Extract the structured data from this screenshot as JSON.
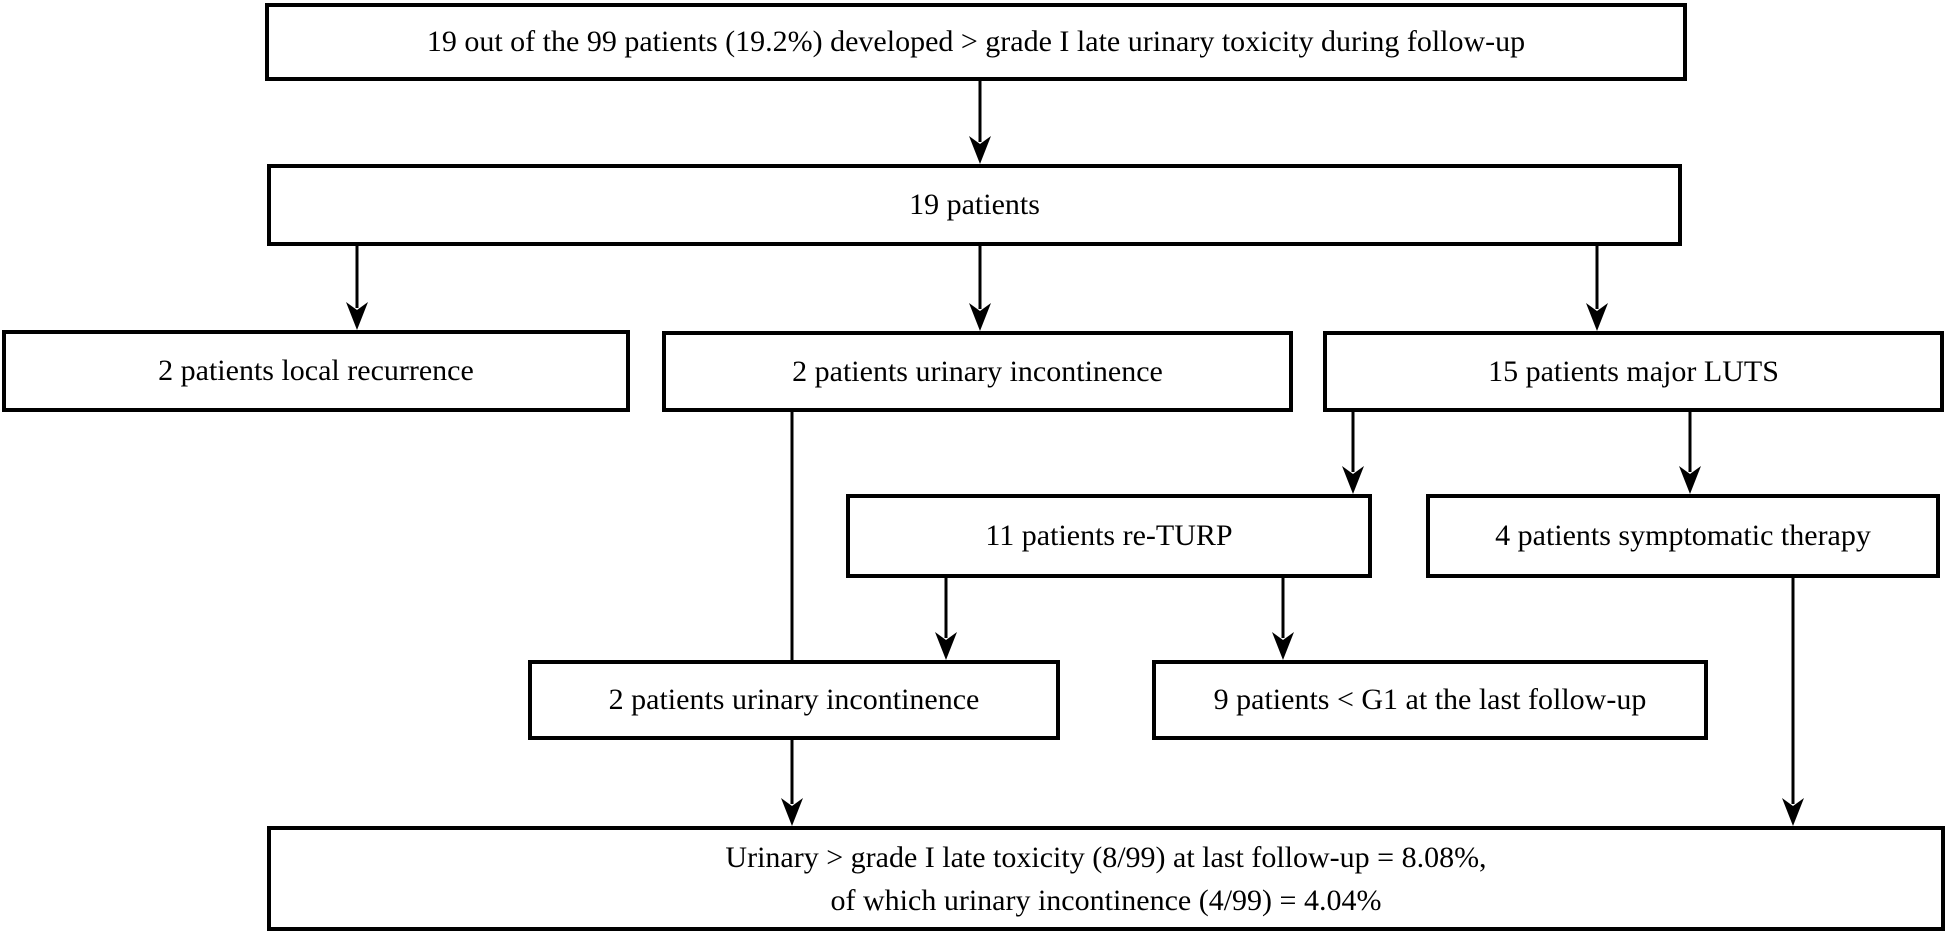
{
  "nodes": {
    "root": {
      "label": "19 out of the 99 patients (19.2%) developed > grade I late urinary toxicity during follow-up"
    },
    "cohort": {
      "label": "19 patients"
    },
    "local_recurrence": {
      "label": "2 patients local recurrence"
    },
    "urinary_incontinence": {
      "label": "2 patients urinary incontinence"
    },
    "major_luts": {
      "label": "15 patients major LUTS"
    },
    "re_turp": {
      "label": "11 patients re-TURP"
    },
    "symptomatic_therapy": {
      "label": "4 patients symptomatic therapy"
    },
    "urinary_incontinence_last": {
      "label": "2 patients urinary incontinence"
    },
    "g1_last_followup": {
      "label": "9 patients < G1 at the last follow-up"
    },
    "outcome": {
      "line1": "Urinary > grade I late toxicity (8/99) at last follow-up = 8.08%,",
      "line2": "of which urinary incontinence (4/99) = 4.04%"
    }
  },
  "edges": [
    {
      "from": "root",
      "to": "cohort",
      "arrowhead": true
    },
    {
      "from": "cohort",
      "to": "local_recurrence",
      "arrowhead": true
    },
    {
      "from": "cohort",
      "to": "urinary_incontinence",
      "arrowhead": true
    },
    {
      "from": "cohort",
      "to": "major_luts",
      "arrowhead": true
    },
    {
      "from": "major_luts",
      "to": "re_turp",
      "arrowhead": true
    },
    {
      "from": "major_luts",
      "to": "symptomatic_therapy",
      "arrowhead": true
    },
    {
      "from": "urinary_incontinence",
      "to": "urinary_incontinence_last",
      "arrowhead": false
    },
    {
      "from": "re_turp",
      "to": "urinary_incontinence_last",
      "arrowhead": true
    },
    {
      "from": "re_turp",
      "to": "g1_last_followup",
      "arrowhead": true
    },
    {
      "from": "urinary_incontinence_last",
      "to": "outcome",
      "arrowhead": true
    },
    {
      "from": "symptomatic_therapy",
      "to": "outcome",
      "arrowhead": true
    }
  ],
  "colors": {
    "line": "#000000",
    "text": "#000000",
    "background": "#ffffff"
  }
}
